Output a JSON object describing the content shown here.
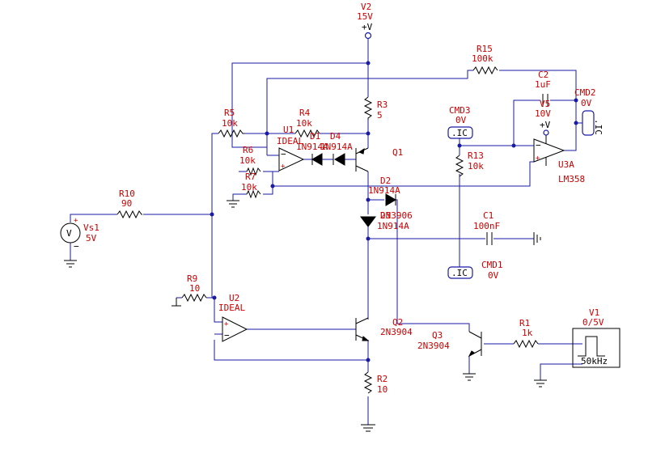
{
  "labels": {
    "v2_name": "V2",
    "v2_val": "15V",
    "v2_plus": "+V",
    "r15_name": "R15",
    "r15_val": "100k",
    "c2_name": "C2",
    "c2_val": "1uF",
    "cmd2_name": "CMD2",
    "cmd2_val": "0V",
    "v5_name": "V5",
    "v5_val": "10V",
    "v5_plus": "+V",
    "r3_name": "R3",
    "r3_val": "5",
    "r5_name": "R5",
    "r5_val": "10k",
    "r4_name": "R4",
    "r4_val": "10k",
    "u1_name": "U1",
    "u1_val": "IDEAL",
    "d1_name": "D1",
    "d1_val": "1N914A",
    "d4_name": "D4",
    "d4_val": "1N914A",
    "q1_name": "Q1",
    "cmd3_name": "CMD3",
    "cmd3_val": "0V",
    "ic_text": ".IC",
    "r6_name": "R6",
    "r6_val": "10k",
    "r7_name": "R7",
    "r7_val": "10k",
    "r13_name": "R13",
    "r13_val": "10k",
    "u3_name": "U3A",
    "u3_val": "LM358",
    "d2_name": "D2",
    "d2_val": "1N914A",
    "d3_name": "D3",
    "d3_val": "1N914A",
    "q3_partname": "2N3906",
    "r10_name": "R10",
    "r10_val": "90",
    "vs1_name": "Vs1",
    "vs1_val": "5V",
    "c1_name": "C1",
    "c1_val": "100nF",
    "cmd1_name": "CMD1",
    "cmd1_val": "0V",
    "r9_name": "R9",
    "r9_val": "10",
    "u2_name": "U2",
    "u2_val": "IDEAL",
    "q2_name": "Q2",
    "q2_val": "2N3904",
    "q3_name": "Q3",
    "q3_val": "2N3904",
    "r1_name": "R1",
    "r1_val": "1k",
    "v1_name": "V1",
    "v1_val": "0/5V",
    "v1_freq": "50kHz",
    "r2_name": "R2",
    "r2_val": "10"
  }
}
